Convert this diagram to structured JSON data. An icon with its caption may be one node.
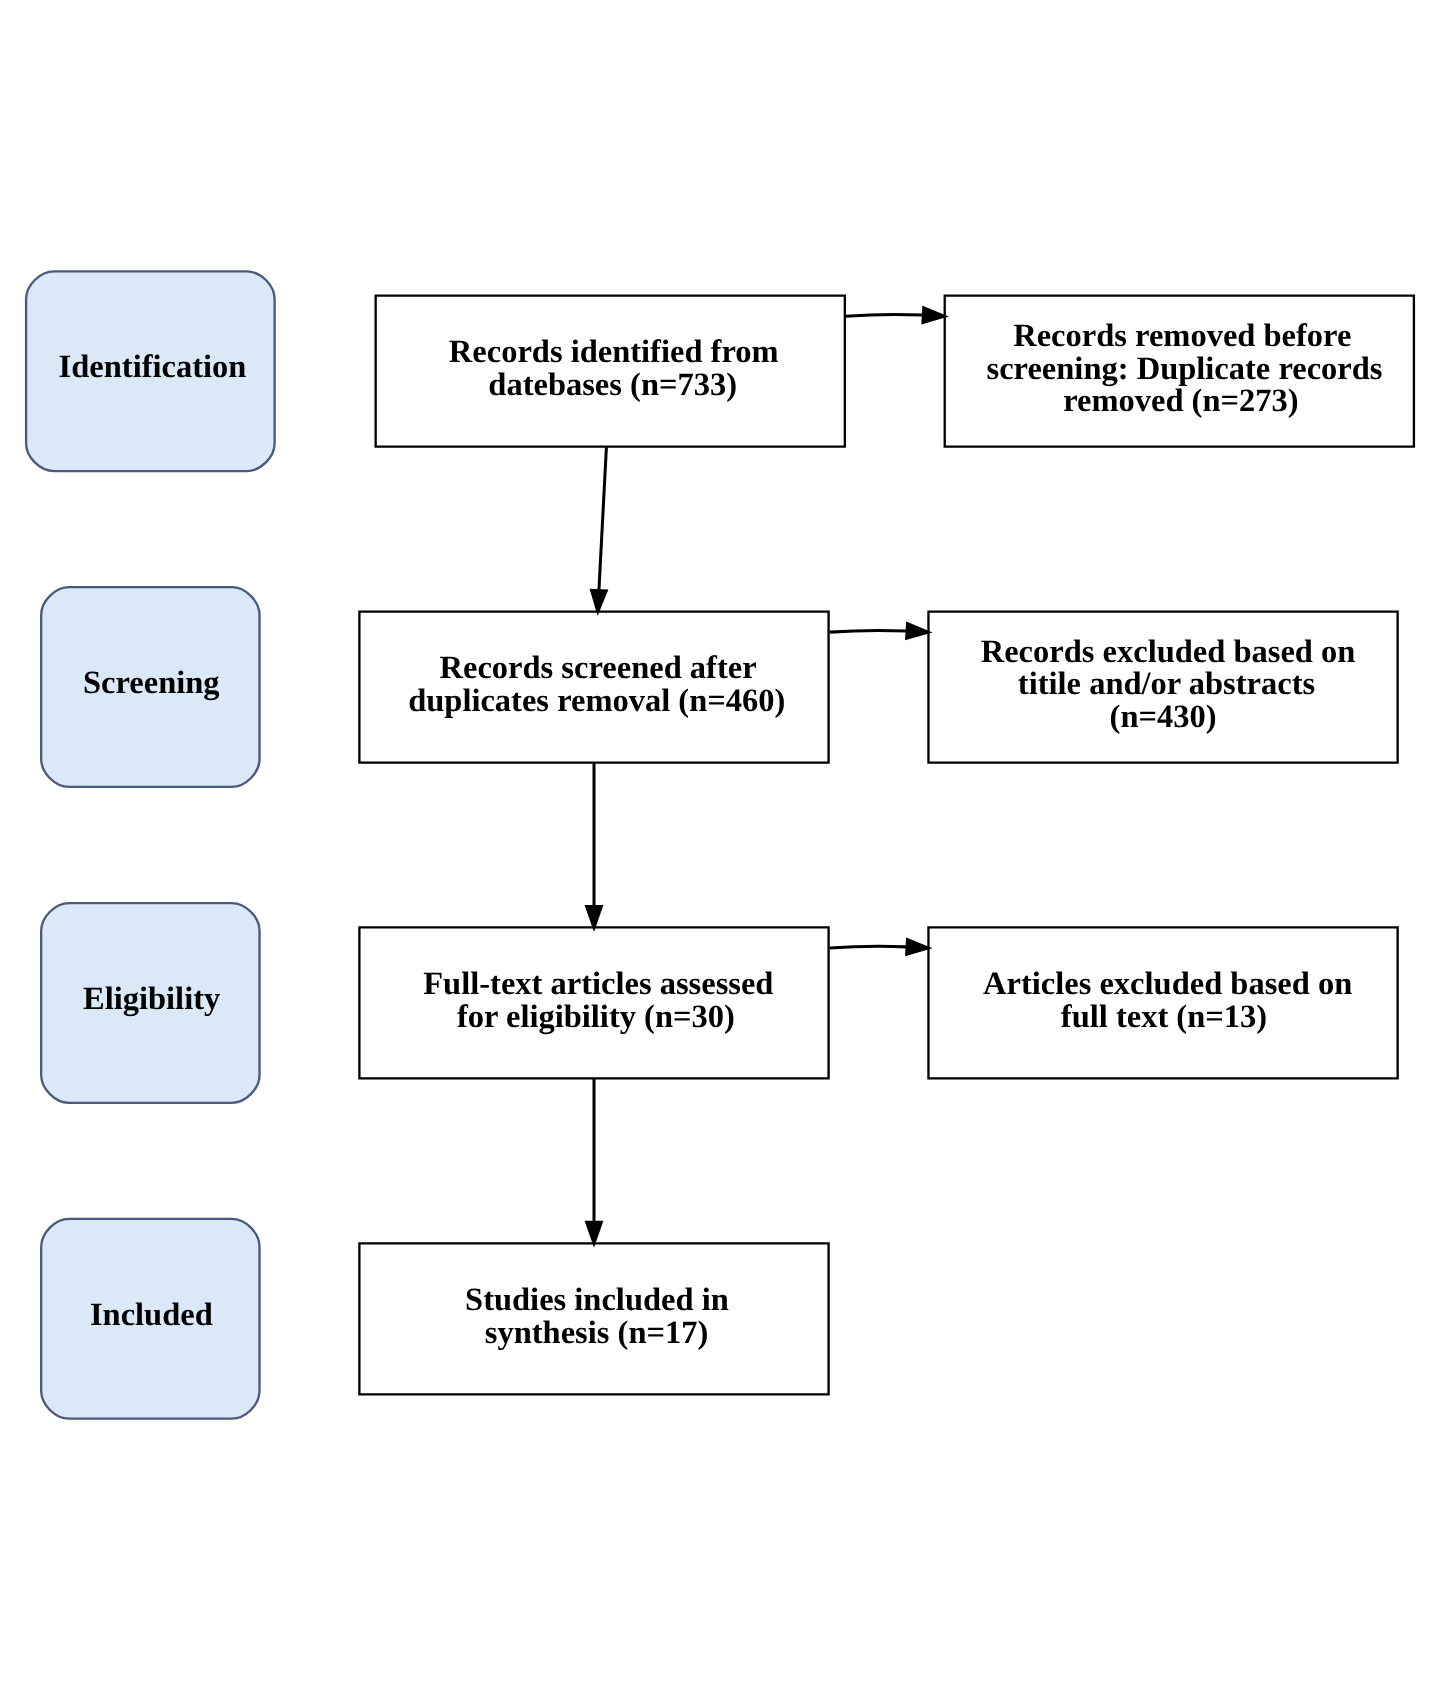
{
  "diagram": {
    "nodes": [
      {
        "text": [
          "Identification"
        ]
      },
      {
        "text": [
          "Records identified from datebases (n=733)"
        ]
      },
      {
        "text": [
          "Records removed before screening: Duplicate records removed (n=273)"
        ]
      },
      {
        "text": [
          "Screening"
        ]
      },
      {
        "text": [
          "Records screened after duplicates removal (n=460)"
        ]
      },
      {
        "text": [
          "Records excluded based on titile and/or abstracts (n=430)"
        ]
      },
      {
        "text": [
          "Eligibility"
        ]
      },
      {
        "text": [
          "Full-text articles assessed for eligibility (n=30)"
        ]
      },
      {
        "text": [
          "Articles excluded based on full text (n=13)"
        ]
      },
      {
        "text": [
          "Included"
        ]
      },
      {
        "text": [
          "Studies included in synthesis (n=17)"
        ]
      }
    ],
    "edges": [
      {
        "from": 1,
        "to": 2,
        "arrow": "to"
      },
      {
        "from": 1,
        "to": 4,
        "arrow": "to"
      },
      {
        "from": 4,
        "to": 5,
        "arrow": "to"
      },
      {
        "from": 4,
        "to": 7,
        "arrow": "to"
      },
      {
        "from": 7,
        "to": 8,
        "arrow": "to"
      },
      {
        "from": 7,
        "to": 10,
        "arrow": "to"
      }
    ]
  }
}
